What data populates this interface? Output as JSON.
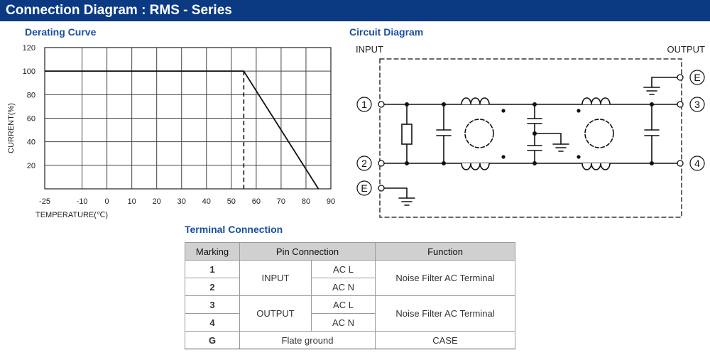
{
  "header": {
    "title": "Connection Diagram : RMS - Series"
  },
  "derating": {
    "section_title": "Derating Curve",
    "ylabel": "CURRENT(%)",
    "xlabel": "TEMPERATURE(℃)",
    "y_ticks": [
      "120",
      "100",
      "80",
      "60",
      "40",
      "20"
    ],
    "x_ticks": [
      "-25",
      "-10",
      "0",
      "10",
      "20",
      "30",
      "40",
      "50",
      "60",
      "70",
      "80",
      "90"
    ]
  },
  "chart_data": {
    "type": "line",
    "title": "Derating Curve",
    "xlabel": "TEMPERATURE(℃)",
    "ylabel": "CURRENT(%)",
    "xlim": [
      -25,
      90
    ],
    "ylim": [
      0,
      120
    ],
    "x_ticks": [
      -25,
      -10,
      0,
      10,
      20,
      30,
      40,
      50,
      60,
      70,
      80,
      90
    ],
    "y_ticks": [
      20,
      40,
      60,
      80,
      100,
      120
    ],
    "grid": true,
    "series": [
      {
        "x": [
          -25,
          55,
          55,
          85
        ],
        "y": [
          100,
          100,
          100,
          0
        ]
      }
    ],
    "annotations": [
      {
        "type": "dashed-vertical",
        "x": 55,
        "y_from": 0,
        "y_to": 100
      }
    ]
  },
  "circuit": {
    "section_title": "Circuit Diagram",
    "input_label": "INPUT",
    "output_label": "OUTPUT",
    "terminal_labels": [
      "1",
      "2",
      "E",
      "3",
      "4",
      "E"
    ]
  },
  "terminal": {
    "section_title": "Terminal Connection",
    "headers": [
      "Marking",
      "Pin Connection",
      "Function"
    ],
    "rows": [
      {
        "marking": "1",
        "group": "INPUT",
        "pin": "AC L",
        "function": "Noise Filter AC  Terminal"
      },
      {
        "marking": "2",
        "pin": "AC N"
      },
      {
        "marking": "3",
        "group": "OUTPUT",
        "pin": "AC L",
        "function": "Noise Filter AC  Terminal"
      },
      {
        "marking": "4",
        "pin": "AC N"
      },
      {
        "marking": "G",
        "pin": "Flate ground",
        "function": "CASE"
      }
    ]
  }
}
